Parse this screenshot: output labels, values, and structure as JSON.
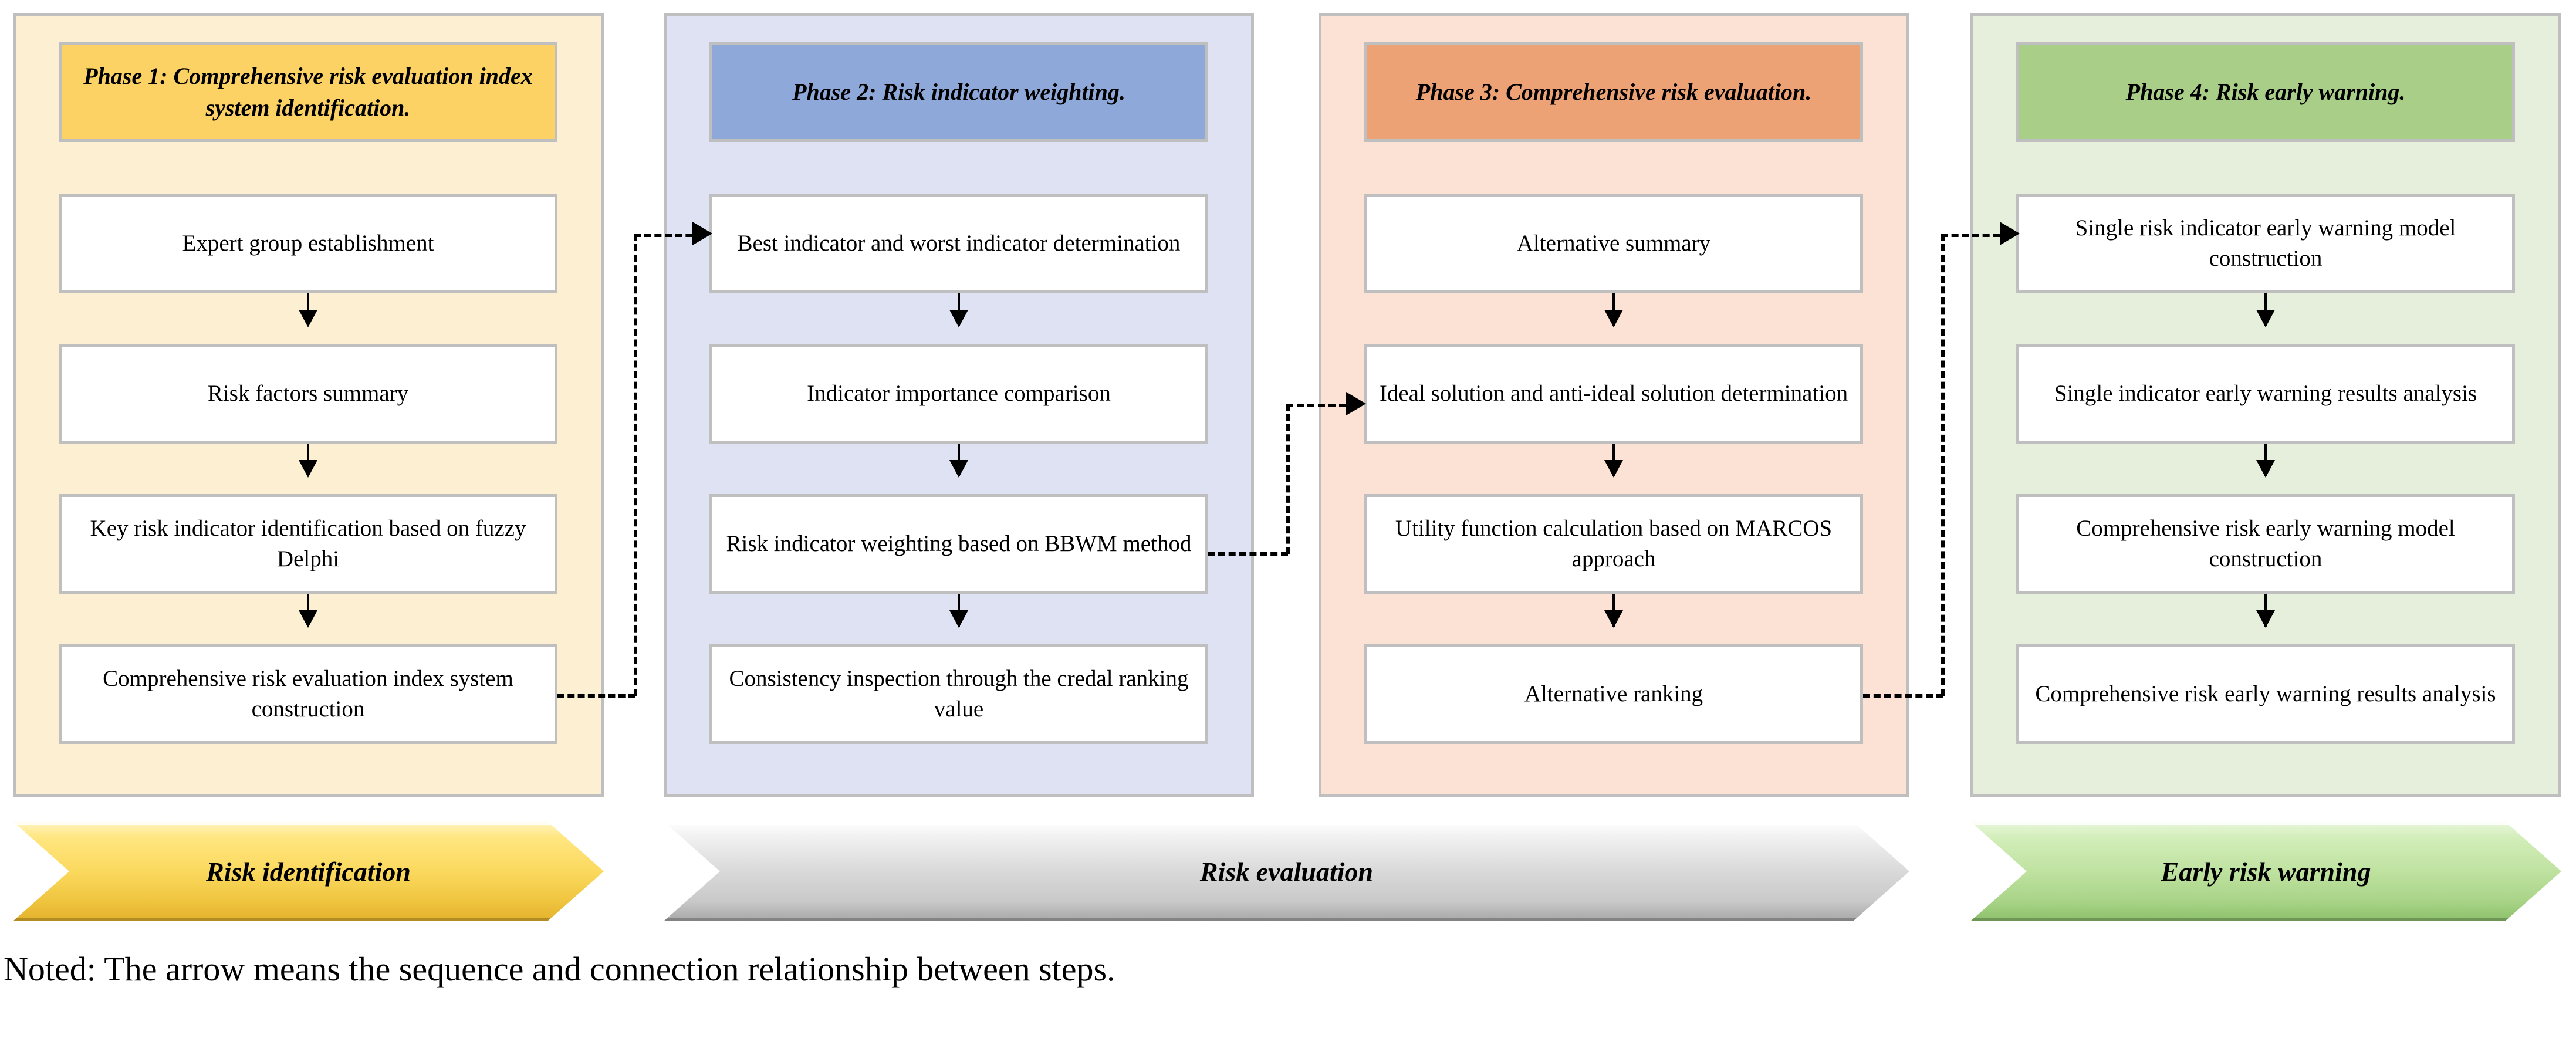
{
  "diagram": {
    "caption": "Noted: The arrow means the sequence and connection relationship between steps.",
    "phases": [
      {
        "id": "phase-1",
        "header": "Phase 1: Comprehensive risk evaluation index system identification.",
        "header_color": "#fcd264",
        "panel_color": "#fdf0d2",
        "steps": [
          "Expert group establishment",
          "Risk factors summary",
          "Key risk indicator identification based on fuzzy Delphi",
          "Comprehensive risk evaluation index system construction"
        ]
      },
      {
        "id": "phase-2",
        "header": "Phase 2: Risk indicator weighting.",
        "header_color": "#8fa8da",
        "panel_color": "#dee2f2",
        "steps": [
          "Best indicator and worst indicator determination",
          "Indicator importance comparison",
          "Risk indicator weighting based on BBWM method",
          "Consistency inspection through the credal ranking value"
        ]
      },
      {
        "id": "phase-3",
        "header": "Phase 3: Comprehensive risk evaluation.",
        "header_color": "#eda276",
        "panel_color": "#fbe2d5",
        "steps": [
          "Alternative summary",
          "Ideal solution and anti-ideal solution determination",
          "Utility function calculation based on MARCOS approach",
          "Alternative ranking"
        ]
      },
      {
        "id": "phase-4",
        "header": "Phase 4: Risk early warning.",
        "header_color": "#a8ce88",
        "panel_color": "#e5efdc",
        "steps": [
          "Single risk indicator early warning model construction",
          "Single indicator early warning results analysis",
          "Comprehensive risk early warning model construction",
          "Comprehensive risk early warning results analysis"
        ]
      }
    ],
    "banners": [
      {
        "id": "banner-risk-identification",
        "label": "Risk identification",
        "color": "#fbd95e"
      },
      {
        "id": "banner-risk-evaluation",
        "label": "Risk evaluation",
        "color": "#d9d9d9"
      },
      {
        "id": "banner-early-risk-warning",
        "label": "Early risk warning",
        "color": "#bfe2a0"
      }
    ],
    "connectors": [
      {
        "id": "connector-phase1-to-phase2",
        "from": "phase-1 step 4",
        "to": "phase-2 step 1",
        "style": "dash-dot"
      },
      {
        "id": "connector-phase2-to-phase3",
        "from": "phase-2 step 3",
        "to": "phase-3 step 2",
        "style": "dash-dot"
      },
      {
        "id": "connector-phase3-to-phase4",
        "from": "phase-3 step 4",
        "to": "phase-4 step 1",
        "style": "dash-dot"
      }
    ]
  }
}
